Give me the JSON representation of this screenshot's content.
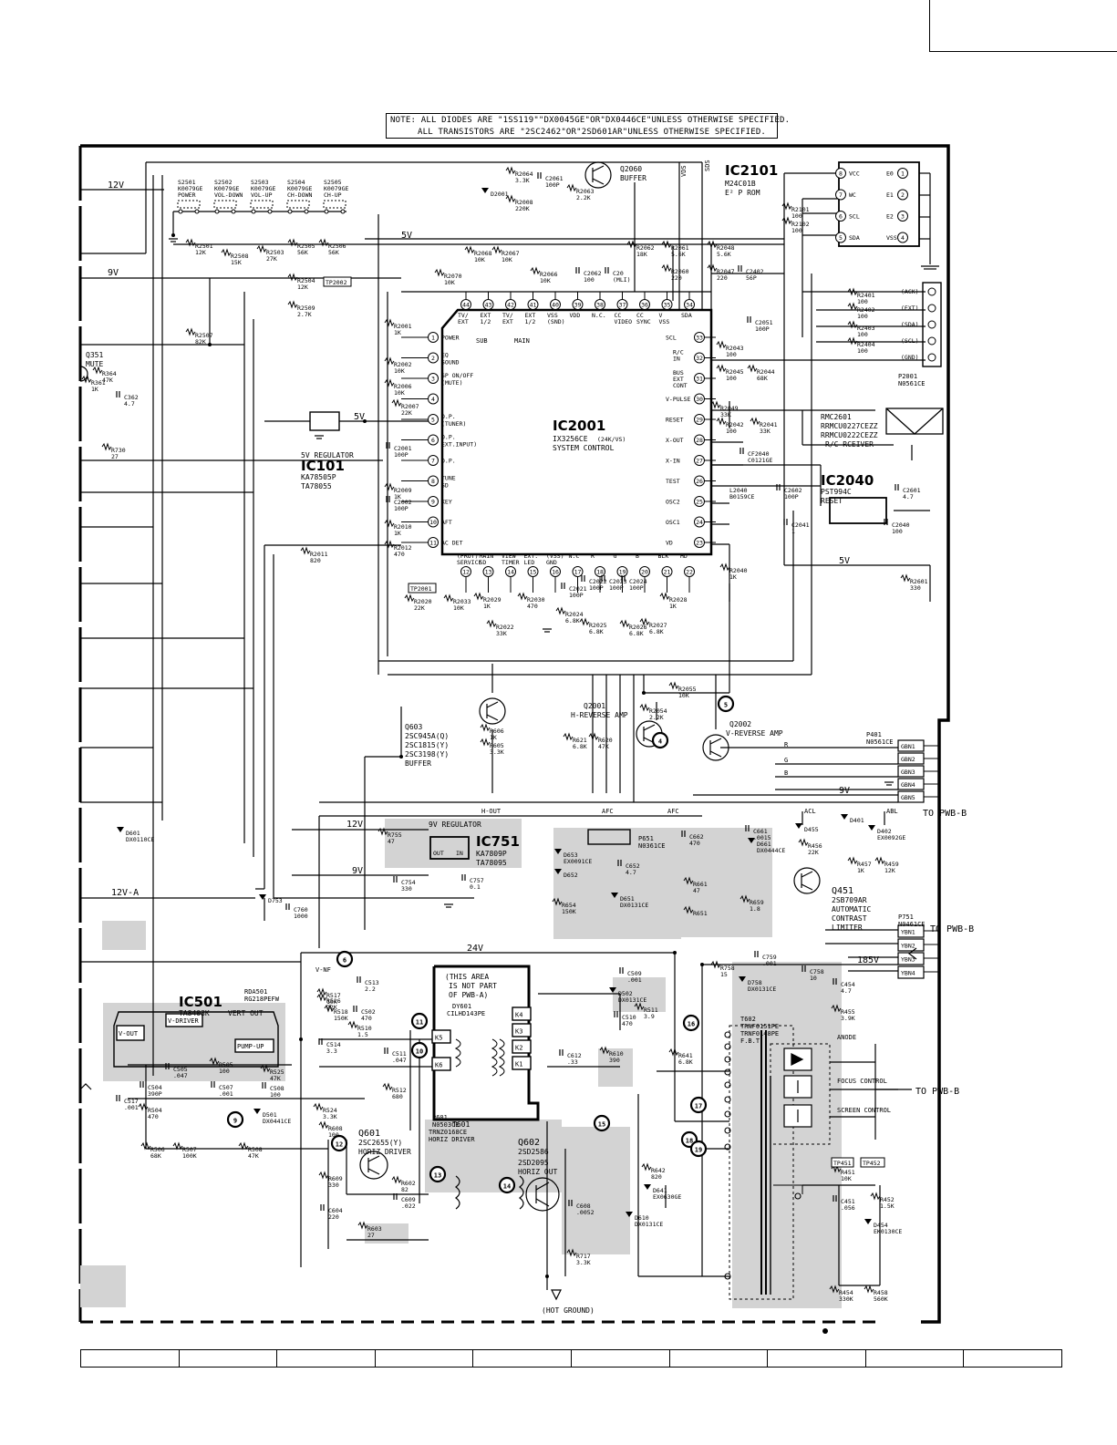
{
  "note": {
    "line1": "NOTE: ALL DIODES ARE \"1SS119\"\"DX0045GE\"OR\"DX0446CE\"UNLESS OTHERWISE SPECIFIED.",
    "line2": "ALL TRANSISTORS ARE \"2SC2462\"OR\"2SD601AR\"UNLESS OTHERWISE SPECIFIED."
  },
  "ic2001": {
    "ref": "IC2001",
    "part": "IX3256CE",
    "suffix": "(24K/VS)",
    "name": "SYSTEM CONTROL"
  },
  "ic2101": {
    "ref": "IC2101",
    "part": "M24C01B",
    "name": "E² P ROM"
  },
  "ic101": {
    "ref": "IC101",
    "title": "5V REGULATOR",
    "part1": "KA78505P",
    "part2": "TA78055"
  },
  "ic751": {
    "ref": "IC751",
    "title": "9V REGULATOR",
    "part1": "KA7809P",
    "part2": "TA78095",
    "out": "OUT",
    "in": "IN"
  },
  "ic501": {
    "ref": "IC501",
    "part": "TA8403K",
    "name": "VERT OUT",
    "rda": "RDA501",
    "rda_part": "RG218PEFW",
    "vout": "V-OUT",
    "vdriver": "V-DRIVER",
    "pumpup": "PUMP-UP"
  },
  "ic2040": {
    "ref": "IC2040",
    "part": "PST994C",
    "name": "RESET"
  },
  "rmc2601": {
    "ref": "RMC2601",
    "part1": "RRMCU0227CEZZ",
    "part2": "RRMCU0222CEZZ",
    "name": "R/C RCEIVER"
  },
  "q2060": {
    "ref": "Q2060",
    "name": "BUFFER"
  },
  "q603": {
    "ref": "Q603",
    "p1": "2SC945A(Q)",
    "p2": "2SC1815(Y)",
    "p3": "2SC3198(Y)",
    "name": "BUFFER"
  },
  "q2001": {
    "ref": "Q2001",
    "name": "H-REVERSE AMP"
  },
  "q2002": {
    "ref": "Q2002",
    "name": "V-REVERSE AMP"
  },
  "q451": {
    "ref": "Q451",
    "part": "2SB709AR",
    "n1": "AUTOMATIC",
    "n2": "CONTRAST",
    "n3": "LIMITER"
  },
  "q601": {
    "ref": "Q601",
    "part": "2SC2655(Y)",
    "name": "HORIZ DRIVER"
  },
  "q602": {
    "ref": "Q602",
    "p1": "2SD2586",
    "p2": "2SD2095",
    "name": "HORIZ OUT"
  },
  "q351": {
    "ref": "Q351",
    "name": "MUTE"
  },
  "switches": [
    {
      "ref": "S2501",
      "part": "K0079GE",
      "name": "POWER"
    },
    {
      "ref": "S2502",
      "part": "K0079GE",
      "name": "VOL-DOWN"
    },
    {
      "ref": "S2503",
      "part": "K0079GE",
      "name": "VOL-UP"
    },
    {
      "ref": "S2504",
      "part": "K0079GE",
      "name": "CH-DOWN"
    },
    {
      "ref": "S2505",
      "part": "K0079GE",
      "name": "CH-UP"
    }
  ],
  "left_pins": [
    {
      "n": "1",
      "label": "POWER"
    },
    {
      "n": "2",
      "label": "EQ SOUND"
    },
    {
      "n": "3",
      "label": "SP ON/OFF (MUTE)"
    },
    {
      "n": "4",
      "label": ""
    },
    {
      "n": "5",
      "label": "O.P. (TUNER)"
    },
    {
      "n": "6",
      "label": "O.P. EXT.INPUT)"
    },
    {
      "n": "7",
      "label": "O.P."
    },
    {
      "n": "8",
      "label": "TUNE SD"
    },
    {
      "n": "9",
      "label": "KEY"
    },
    {
      "n": "10",
      "label": "AFT"
    },
    {
      "n": "11",
      "label": "AC DET"
    }
  ],
  "top_pins": [
    {
      "n": "44",
      "label": "TV/ EXT"
    },
    {
      "n": "43",
      "label": "EXT 1/2"
    },
    {
      "n": "42",
      "label": "TV/ EXT"
    },
    {
      "n": "41",
      "label": "EXT 1/2"
    },
    {
      "n": "40",
      "label": "VSS (SND)"
    },
    {
      "n": "39",
      "label": "VDD"
    },
    {
      "n": "38",
      "label": "N.C."
    },
    {
      "n": "37",
      "label": "CC VIDEO"
    },
    {
      "n": "36",
      "label": "CC SYNC"
    },
    {
      "n": "35",
      "label": "V VSS"
    },
    {
      "n": "34",
      "label": "SDA"
    }
  ],
  "right_pins": [
    {
      "n": "33",
      "label": "SCL"
    },
    {
      "n": "32",
      "label": "R/C IN"
    },
    {
      "n": "31",
      "label": "BUS EXT CONT"
    },
    {
      "n": "30",
      "label": "V-PULSE"
    },
    {
      "n": "29",
      "label": "RESET"
    },
    {
      "n": "28",
      "label": "X-OUT"
    },
    {
      "n": "27",
      "label": "X-IN"
    },
    {
      "n": "26",
      "label": "TEST"
    },
    {
      "n": "25",
      "label": "OSC2"
    },
    {
      "n": "24",
      "label": "OSC1"
    },
    {
      "n": "23",
      "label": "VD"
    }
  ],
  "bottom_pins": [
    {
      "n": "12",
      "label": "(PROT) SERVICE"
    },
    {
      "n": "13",
      "label": "MAIN SD"
    },
    {
      "n": "14",
      "label": "VIEW TIMER"
    },
    {
      "n": "15",
      "label": "EXT. LED"
    },
    {
      "n": "16",
      "label": "(VSS) GND"
    },
    {
      "n": "17",
      "label": "N.C"
    },
    {
      "n": "18",
      "label": "R"
    },
    {
      "n": "19",
      "label": "G"
    },
    {
      "n": "20",
      "label": "B"
    },
    {
      "n": "21",
      "label": "BLK"
    },
    {
      "n": "22",
      "label": "HD"
    }
  ],
  "ic2101_pins": [
    {
      "n": "8",
      "label": "VCC"
    },
    {
      "n": "7",
      "label": "WC"
    },
    {
      "n": "6",
      "label": "SCL"
    },
    {
      "n": "5",
      "label": "SDA"
    },
    {
      "n": "1",
      "label": "E0"
    },
    {
      "n": "2",
      "label": "E1"
    },
    {
      "n": "3",
      "label": "E2"
    },
    {
      "n": "4",
      "label": "VSS"
    }
  ],
  "connectors": {
    "p2001": {
      "ref": "P2001",
      "part": "N0561CE",
      "labels": [
        "(ACK)",
        "(EXT)",
        "(SDA)",
        "(SCL)",
        "(GND)"
      ]
    },
    "p401": {
      "ref": "P401",
      "part": "N0561CE",
      "pins": [
        "GBN1",
        "GBN2",
        "GBN3",
        "GBN4",
        "GBN5"
      ]
    },
    "p751": {
      "ref": "P751",
      "part": "N0461CE",
      "pins": [
        "YBN1",
        "YBN2",
        "YBN3",
        "YBN4"
      ]
    },
    "p651": {
      "ref": "P651",
      "part": "N0361CE"
    },
    "p601": {
      "ref": "P601",
      "part": "N0503CE"
    },
    "to_pwb_b": "TO PWB-B"
  },
  "rails": {
    "v12": "12V",
    "v5": "5V",
    "v9": "9V",
    "v12a": "12V-A",
    "v24": "24V",
    "v185": "185V"
  },
  "signals": {
    "r": "R",
    "g": "G",
    "b": "B",
    "hout": "H-OUT",
    "afc": "AFC",
    "acl": "ACL",
    "abl": "ABL",
    "vnf": "V-NF",
    "vds": "VDS",
    "sds": "SDS",
    "sub": "SUB",
    "main": "MAIN"
  },
  "flyback": {
    "ref": "T602",
    "p1": "TRNF0151PE",
    "p2": "TRNF0148PE",
    "name": "F.B.T.",
    "anode": "ANODE",
    "focus": "FOCUS CONTROL",
    "screen": "SCREEN CONTROL"
  },
  "t601": {
    "ref": "T601",
    "part": "TRNZ0168CE",
    "name": "HORIZ DRIVER"
  },
  "notpart": {
    "l1": "(THIS AREA",
    "l2": "IS NOT PART",
    "l3": "OF PWB-A)",
    "dy": "DY601",
    "dypart": "CILHD143PE"
  },
  "yoke_pins": [
    "K4",
    "K3",
    "K2",
    "K1"
  ],
  "k_pins": [
    "K5",
    "K6"
  ],
  "hot_ground": "(HOT GROUND)",
  "tp": [
    "TP2002",
    "TP2001",
    "TP451",
    "TP452"
  ],
  "markers": [
    "4",
    "5",
    "6",
    "9",
    "10",
    "11",
    "12",
    "13",
    "14",
    "15",
    "16",
    "17",
    "18",
    "19"
  ],
  "components": [
    [
      "R2064",
      "3.3K"
    ],
    [
      "C2061",
      "100P"
    ],
    [
      "R2063",
      "2.2K"
    ],
    [
      "D2001",
      ""
    ],
    [
      "R2008",
      "220K"
    ],
    [
      "R2501",
      "12K"
    ],
    [
      "R2508",
      "15K"
    ],
    [
      "R2503",
      "27K"
    ],
    [
      "R2505",
      "56K"
    ],
    [
      "R2506",
      "56K"
    ],
    [
      "R2504",
      "12K"
    ],
    [
      "R2509",
      "2.7K"
    ],
    [
      "R2507",
      "82K"
    ],
    [
      "R2001",
      "1K"
    ],
    [
      "R2002",
      "10K"
    ],
    [
      "R2006",
      "10K"
    ],
    [
      "R2007",
      "22K"
    ],
    [
      "C2001",
      "100P"
    ],
    [
      "R2009",
      "1K"
    ],
    [
      "C2002",
      "100P"
    ],
    [
      "R2010",
      "1K"
    ],
    [
      "R2012",
      "470"
    ],
    [
      "R2011",
      "820"
    ],
    [
      "R2020",
      "22K"
    ],
    [
      "R2033",
      "10K"
    ],
    [
      "R2029",
      "1K"
    ],
    [
      "R2030",
      "470"
    ],
    [
      "R2022",
      "33K"
    ],
    [
      "C2021",
      "100P"
    ],
    [
      "C2022",
      "100P"
    ],
    [
      "C2023",
      "100P"
    ],
    [
      "C2024",
      "100P"
    ],
    [
      "R2024",
      "6.8K"
    ],
    [
      "R2025",
      "6.8K"
    ],
    [
      "R2026",
      "6.8K"
    ],
    [
      "R2027",
      "6.8K"
    ],
    [
      "R2028",
      "1K"
    ],
    [
      "R2070",
      "10K"
    ],
    [
      "R2068",
      "10K"
    ],
    [
      "R2067",
      "10K"
    ],
    [
      "R2066",
      "10K"
    ],
    [
      "C2062",
      "100"
    ],
    [
      "C20",
      "(MLI)"
    ],
    [
      "R2062",
      "18K"
    ],
    [
      "R2061",
      "5.6K"
    ],
    [
      "R2060",
      "220"
    ],
    [
      "R2048",
      "5.6K"
    ],
    [
      "R2047",
      "220"
    ],
    [
      "C2402",
      "56P"
    ],
    [
      "R2101",
      "100"
    ],
    [
      "R2102",
      "100"
    ],
    [
      "R2401",
      "100"
    ],
    [
      "R2402",
      "100"
    ],
    [
      "R2403",
      "100"
    ],
    [
      "R2404",
      "100"
    ],
    [
      "C2051",
      "100P"
    ],
    [
      "R2043",
      "100"
    ],
    [
      "R2045",
      "100"
    ],
    [
      "R2044",
      "68K"
    ],
    [
      "R2049",
      "33K"
    ],
    [
      "R2042",
      "100"
    ],
    [
      "R2041",
      "33K"
    ],
    [
      "CF2040",
      "C0121GE"
    ],
    [
      "L2040",
      "B0159CE"
    ],
    [
      "R2040",
      "1K"
    ],
    [
      "C2602",
      "100P"
    ],
    [
      "C2601",
      "4.7"
    ],
    [
      "C2041",
      "1"
    ],
    [
      "C2040",
      "100"
    ],
    [
      "R2601",
      "330"
    ],
    [
      "R2055",
      "10K"
    ],
    [
      "R2054",
      "2.2K"
    ],
    [
      "R606",
      "1K"
    ],
    [
      "R605",
      "3.3K"
    ],
    [
      "R621",
      "6.8K"
    ],
    [
      "R620",
      "47K"
    ],
    [
      "R364",
      "47K"
    ],
    [
      "R361",
      "1K"
    ],
    [
      "C362",
      "4.7"
    ],
    [
      "R730",
      "27"
    ],
    [
      "R755",
      "47"
    ],
    [
      "C754",
      "330"
    ],
    [
      "C757",
      "0.1"
    ],
    [
      "C760",
      "1000"
    ],
    [
      "D601",
      "DX0110CE"
    ],
    [
      "D753",
      ""
    ],
    [
      "D653",
      "EX0091CE"
    ],
    [
      "D652",
      ""
    ],
    [
      "R654",
      "150K"
    ],
    [
      "D651",
      "DX0131CE"
    ],
    [
      "C652",
      "4.7"
    ],
    [
      "C662",
      "470"
    ],
    [
      "C661",
      ".0015"
    ],
    [
      "D661",
      "DX0444CE"
    ],
    [
      "R661",
      "47"
    ],
    [
      "R659",
      "1.8"
    ],
    [
      "R651",
      ""
    ],
    [
      "D455",
      ""
    ],
    [
      "R456",
      "22K"
    ],
    [
      "R457",
      "1K"
    ],
    [
      "D401",
      ""
    ],
    [
      "D402",
      "EX0092GE"
    ],
    [
      "R459",
      "12K"
    ],
    [
      "R758",
      "15"
    ],
    [
      "D758",
      "DX0131CE"
    ],
    [
      "C759",
      ".001"
    ],
    [
      "C758",
      "10"
    ],
    [
      "C454",
      "4.7"
    ],
    [
      "R455",
      "3.9K"
    ],
    [
      "R517",
      "10K"
    ],
    [
      "C513",
      "2.2"
    ],
    [
      "R516",
      "22K"
    ],
    [
      "R518",
      "150K"
    ],
    [
      "C502",
      "470"
    ],
    [
      "C514",
      "3.3"
    ],
    [
      "R510",
      "1.5"
    ],
    [
      "C511",
      ".047"
    ],
    [
      "R512",
      "680"
    ],
    [
      "R525",
      "47K"
    ],
    [
      "C508",
      "100"
    ],
    [
      "C504",
      "390P"
    ],
    [
      "C505",
      ".047"
    ],
    [
      "R505",
      "100"
    ],
    [
      "C507",
      ".001"
    ],
    [
      "C517",
      ".001"
    ],
    [
      "R504",
      "470"
    ],
    [
      "R524",
      "3.3K"
    ],
    [
      "D501",
      "DX0441CE"
    ],
    [
      "R506",
      "68K"
    ],
    [
      "R507",
      "100K"
    ],
    [
      "R508",
      "47K"
    ],
    [
      "C509",
      ".001"
    ],
    [
      "D502",
      "DX0131CE"
    ],
    [
      "C510",
      "470"
    ],
    [
      "R511",
      "3.9"
    ],
    [
      "C612",
      ".33"
    ],
    [
      "R610",
      "390"
    ],
    [
      "R641",
      "6.8K"
    ],
    [
      "R608",
      "100"
    ],
    [
      "R609",
      "330"
    ],
    [
      "R602",
      "82"
    ],
    [
      "C609",
      ".022"
    ],
    [
      "R603",
      "27"
    ],
    [
      "C604",
      "220"
    ],
    [
      "C608",
      ".0052"
    ],
    [
      "R717",
      "3.3K"
    ],
    [
      "D610",
      "DX0131CE"
    ],
    [
      "R642",
      "820"
    ],
    [
      "D641",
      "EX0630GE"
    ],
    [
      "R451",
      "10K"
    ],
    [
      "C451",
      ".056"
    ],
    [
      "R452",
      "1.5K"
    ],
    [
      "D454",
      "EK0130CE"
    ],
    [
      "R454",
      "330K"
    ],
    [
      "R458",
      "560K"
    ]
  ]
}
